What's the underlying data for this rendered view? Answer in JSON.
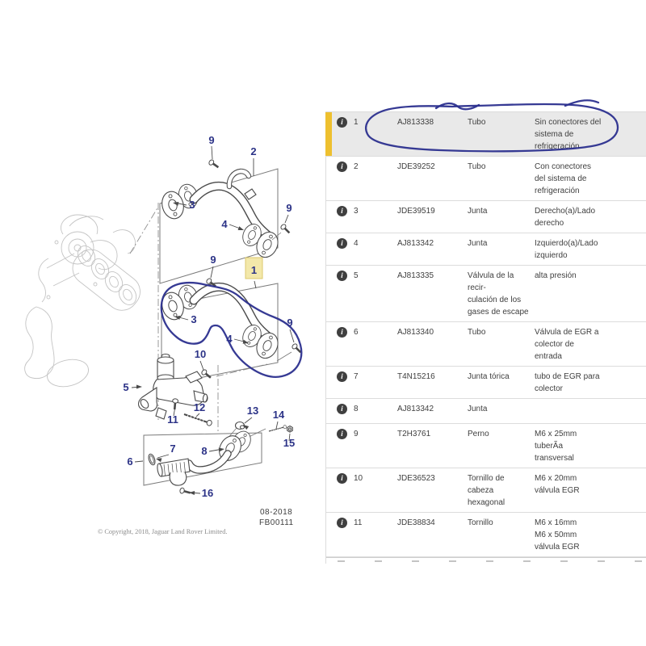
{
  "diagram": {
    "callouts": {
      "n1": "1",
      "n2": "2",
      "n3": "3",
      "n4": "4",
      "n5": "5",
      "n6": "6",
      "n7": "7",
      "n8": "8",
      "n9": "9",
      "n10": "10",
      "n11": "11",
      "n12": "12",
      "n13": "13",
      "n14": "14",
      "n15": "15",
      "n16": "16"
    },
    "date_code": "08-2018",
    "figure_code": "FB00111",
    "copyright": "© Copyright, 2018, Jaguar Land Rover Limited.",
    "colors": {
      "callout_navy": "#2c3387",
      "pen_blue": "#2b2f8e",
      "label_highlight_bg": "#f3e8aa"
    }
  },
  "table": {
    "info_icon_glyph": "i",
    "highlight_colors": {
      "row_bg": "#e9e9e9",
      "left_bar": "#eec02f"
    },
    "rows": [
      {
        "num": "1",
        "part": "AJ813338",
        "type": "Tubo",
        "desc": "Sin conectores del\nsistema de\nrefrigeración",
        "highlighted": true
      },
      {
        "num": "2",
        "part": "JDE39252",
        "type": "Tubo",
        "desc": "Con conectores\ndel sistema de\nrefrigeración"
      },
      {
        "num": "3",
        "part": "JDE39519",
        "type": "Junta",
        "desc": "Derecho(a)/Lado\nderecho"
      },
      {
        "num": "4",
        "part": "AJ813342",
        "type": "Junta",
        "desc": "Izquierdo(a)/Lado\nizquierdo"
      },
      {
        "num": "5",
        "part": "AJ813335",
        "type": "Válvula de la recir-\nculación de los\ngases de escape",
        "desc": "alta presión"
      },
      {
        "num": "6",
        "part": "AJ813340",
        "type": "Tubo",
        "desc": "Válvula de EGR a\ncolector de\nentrada"
      },
      {
        "num": "7",
        "part": "T4N15216",
        "type": "Junta tórica",
        "desc": "tubo de EGR para\ncolector"
      },
      {
        "num": "8",
        "part": "AJ813342",
        "type": "Junta",
        "desc": ""
      },
      {
        "num": "9",
        "part": "T2H3761",
        "type": "Perno",
        "desc": "M6 x 25mm\ntuberÃa\ntransversal"
      },
      {
        "num": "10",
        "part": "JDE36523",
        "type": "Tornillo de cabeza\nhexagonal",
        "desc": "M6 x 20mm\nválvula EGR"
      },
      {
        "num": "11",
        "part": "JDE38834",
        "type": "Tornillo",
        "desc": "M6 x 16mm\nM6 x 50mm\nválvula EGR"
      }
    ]
  }
}
